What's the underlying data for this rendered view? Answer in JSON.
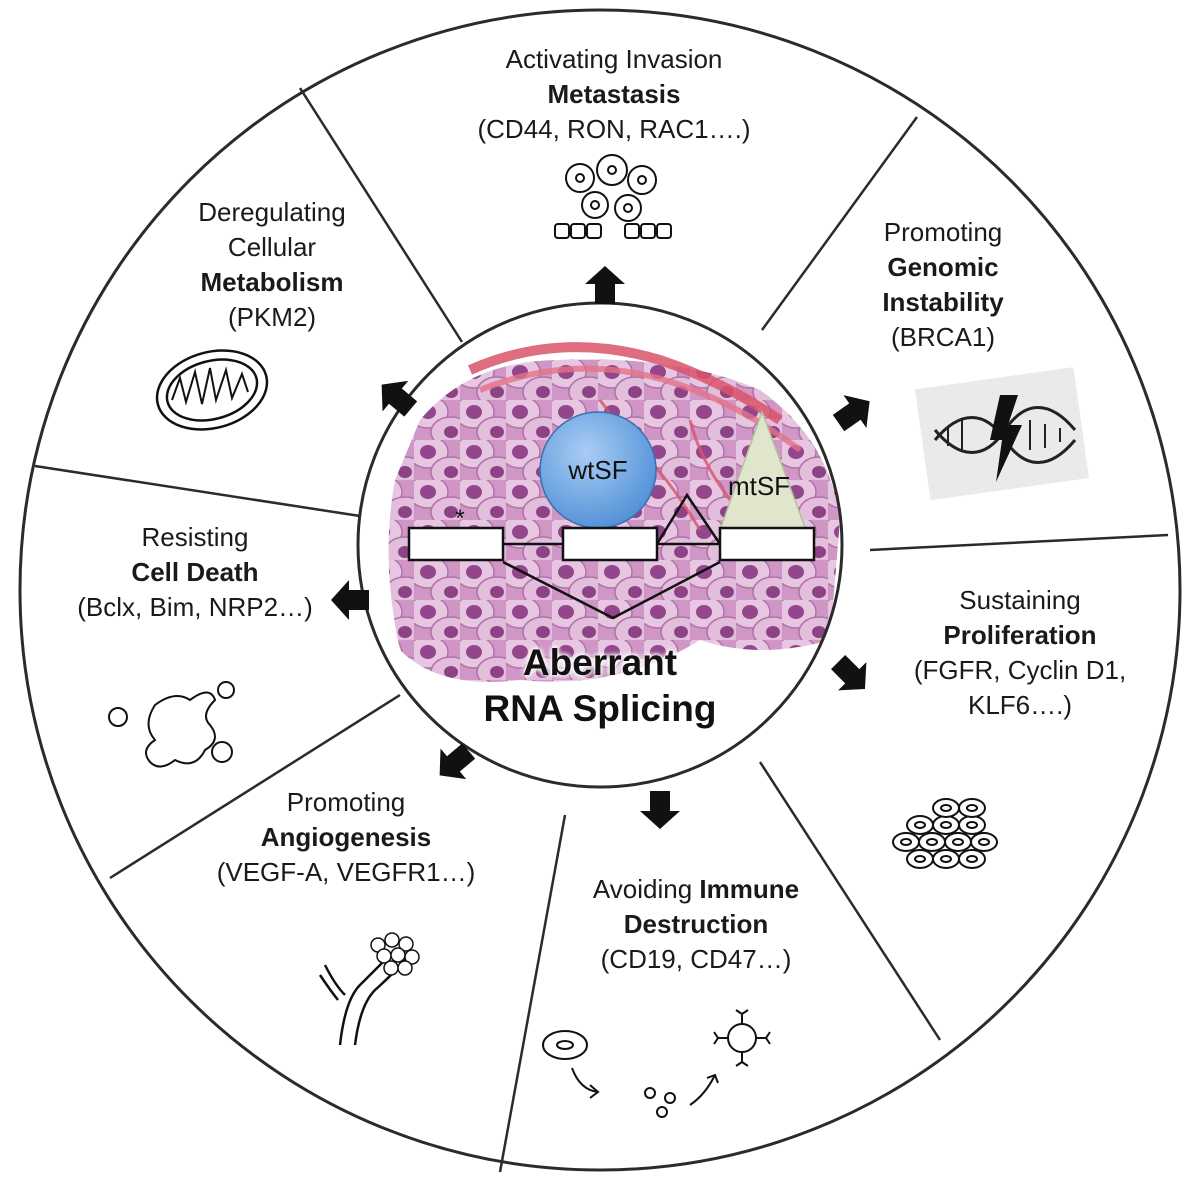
{
  "center": {
    "title_line1": "Aberrant",
    "title_line2": "RNA Splicing",
    "wt_label": "wtSF",
    "mt_label": "mtSF",
    "asterisk": "*"
  },
  "hallmarks": {
    "invasion": {
      "line1": "Activating Invasion",
      "bold": "Metastasis",
      "genes": "(CD44, RON, RAC1….)"
    },
    "genomic": {
      "line1": "Promoting",
      "bold1": "Genomic",
      "bold2": "Instability",
      "genes": "(BRCA1)"
    },
    "proliferation": {
      "line1": "Sustaining",
      "bold": "Proliferation",
      "genes1": "(FGFR, Cyclin D1,",
      "genes2": "KLF6….)"
    },
    "immune": {
      "plain": "Avoiding ",
      "bold1": "Immune",
      "bold2": "Destruction",
      "genes": "(CD19, CD47…)"
    },
    "angiogenesis": {
      "line1": "Promoting",
      "bold": "Angiogenesis",
      "genes": "(VEGF-A, VEGFR1…)"
    },
    "cell_death": {
      "line1": "Resisting",
      "bold": "Cell Death",
      "genes": "(Bclx, Bim, NRP2…)"
    },
    "metabolism": {
      "line1": "Deregulating",
      "line2": "Cellular",
      "bold": "Metabolism",
      "genes": "(PKM2)"
    }
  },
  "colors": {
    "tissue": "#c27bb5",
    "nucleus": "#9a4f93",
    "vessel": "#d9546a",
    "wtsf": "#6aa8e4",
    "mtsf": "#dfe6cc",
    "outline": "#1a1a1a"
  }
}
